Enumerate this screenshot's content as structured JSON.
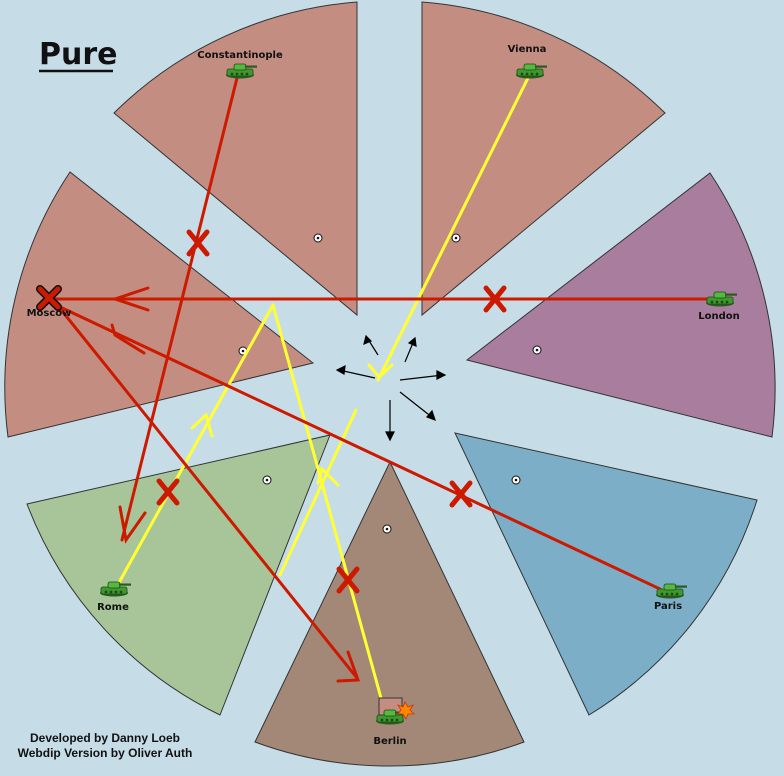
{
  "map": {
    "title": "Pure",
    "credits": {
      "line1": "Developed by Danny Loeb",
      "line2": "Webdip Version by Oliver Auth"
    },
    "provinces": [
      {
        "name": "Constantinople",
        "color": "#c48d82"
      },
      {
        "name": "Vienna",
        "color": "#c48d82"
      },
      {
        "name": "London",
        "color": "#a97d9e"
      },
      {
        "name": "Paris",
        "color": "#7cafc7"
      },
      {
        "name": "Berlin",
        "color": "#a38877"
      },
      {
        "name": "Rome",
        "color": "#a7c599"
      },
      {
        "name": "Moscow",
        "color": "#c48d82"
      }
    ],
    "colors": {
      "background": "#c6dde8",
      "failed_order": "#cc1a00",
      "support_order": "#ffff33",
      "unit": "#3e9a2e"
    },
    "units": [
      {
        "icon": "tank-icon",
        "province": "Constantinople"
      },
      {
        "icon": "tank-icon",
        "province": "Vienna"
      },
      {
        "icon": "tank-icon",
        "province": "London"
      },
      {
        "icon": "tank-icon",
        "province": "Paris"
      },
      {
        "icon": "tank-icon",
        "province": "Berlin"
      },
      {
        "icon": "tank-icon",
        "province": "Rome"
      }
    ]
  }
}
